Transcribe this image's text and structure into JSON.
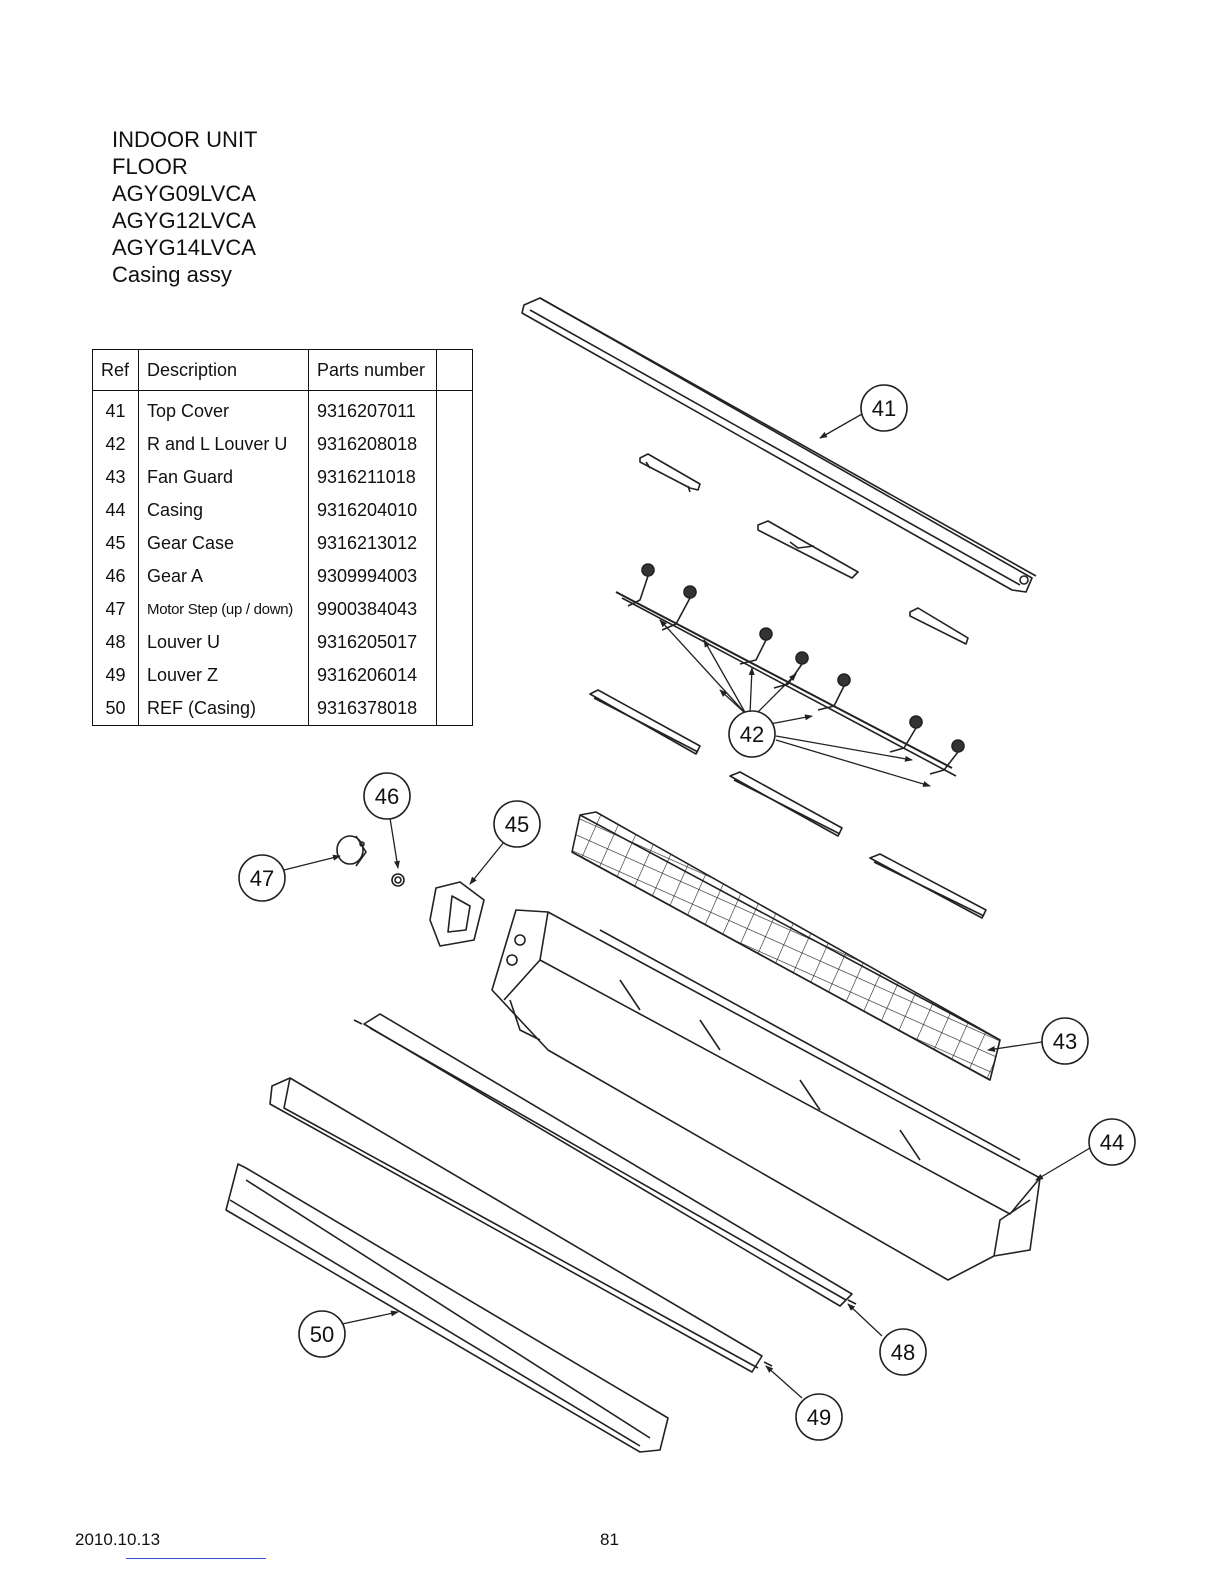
{
  "header": {
    "lines": [
      "INDOOR UNIT",
      "FLOOR",
      "AGYG09LVCA",
      "AGYG12LVCA",
      "AGYG14LVCA",
      "Casing assy"
    ]
  },
  "table": {
    "columns": [
      "Ref",
      "Description",
      "Parts number",
      ""
    ],
    "rows": [
      {
        "ref": "41",
        "description": "Top Cover",
        "part": "9316207011"
      },
      {
        "ref": "42",
        "description": "R and L Louver U",
        "part": "9316208018"
      },
      {
        "ref": "43",
        "description": "Fan Guard",
        "part": "9316211018"
      },
      {
        "ref": "44",
        "description": "Casing",
        "part": "9316204010"
      },
      {
        "ref": "45",
        "description": "Gear Case",
        "part": "9316213012"
      },
      {
        "ref": "46",
        "description": "Gear A",
        "part": "9309994003"
      },
      {
        "ref": "47",
        "description": "Motor Step (up / down)",
        "part": "9900384043"
      },
      {
        "ref": "48",
        "description": "Louver U",
        "part": "9316205017"
      },
      {
        "ref": "49",
        "description": "Louver Z",
        "part": "9316206014"
      },
      {
        "ref": "50",
        "description": "REF (Casing)",
        "part": "9316378018"
      }
    ]
  },
  "callouts": [
    "41",
    "42",
    "43",
    "44",
    "45",
    "46",
    "47",
    "48",
    "49",
    "50"
  ],
  "footer": {
    "date": "2010.10.13",
    "page": "81"
  }
}
